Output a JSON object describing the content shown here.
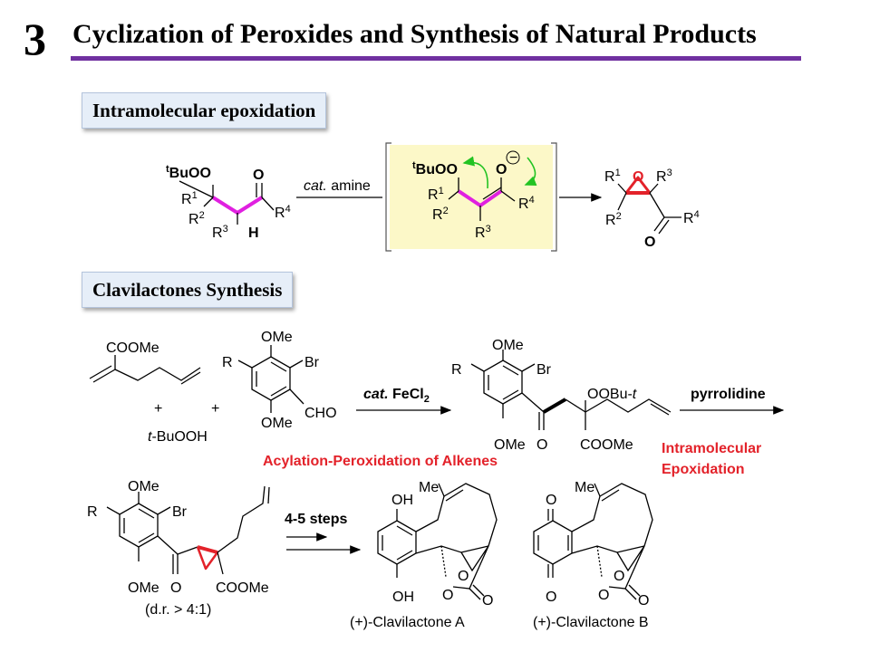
{
  "slide": {
    "number": "3",
    "title": "Cyclization of Peroxides and Synthesis of Natural Products"
  },
  "section1": {
    "label": "Intramolecular epoxidation"
  },
  "section2": {
    "label": "Clavilactones Synthesis"
  },
  "scheme1": {
    "reactant": {
      "tBuOO_sup": "t",
      "tBuOO": "BuOO",
      "O": "O",
      "R1": "R",
      "R1_sup": "1",
      "R2": "R",
      "R2_sup": "2",
      "R3": "R",
      "R3_sup": "3",
      "R4": "R",
      "R4_sup": "4",
      "H": "H"
    },
    "arrow_label_cat": "cat.",
    "arrow_label_rest": " amine",
    "intermediate": {
      "tBuOO_sup": "t",
      "tBuOO": "BuOO",
      "O": "O",
      "minus": "−",
      "R1": "R",
      "R1_sup": "1",
      "R2": "R",
      "R2_sup": "2",
      "R3": "R",
      "R3_sup": "3",
      "R4": "R",
      "R4_sup": "4"
    },
    "product": {
      "R1": "R",
      "R1_sup": "1",
      "O_ring": "O",
      "R3": "R",
      "R3_sup": "3",
      "R2": "R",
      "R2_sup": "2",
      "R4": "R",
      "R4_sup": "4",
      "O": "O"
    }
  },
  "scheme2": {
    "sm1": "COOMe",
    "plus1": "+",
    "plus2": "+",
    "sm2_prefix": "t",
    "sm2": "-BuOOH",
    "sm3": {
      "OMe_top": "OMe",
      "R": "R",
      "Br": "Br",
      "CHO": "CHO",
      "OMe_bottom": "OMe"
    },
    "step1_cat": "cat.",
    "step1_reagent": " FeCl",
    "step1_sub": "2",
    "step1_caption": "Acylation-Peroxidation of Alkenes",
    "int1": {
      "OMe_top": "OMe",
      "R": "R",
      "Br": "Br",
      "OOBu": "OOBu-",
      "t": "t",
      "OMe_bottom": "OMe",
      "O": "O",
      "COOMe": "COOMe"
    },
    "step2_reagent": "pyrrolidine",
    "step2_caption_1": "Intramolecular",
    "step2_caption_2": "Epoxidation",
    "int2": {
      "OMe_top": "OMe",
      "R": "R",
      "Br": "Br",
      "OMe_bottom": "OMe",
      "O": "O",
      "COOMe": "COOMe",
      "dr": "(d.r. > 4:1)"
    },
    "step3_reagent": "4-5 steps",
    "clavA": {
      "OH_top": "OH",
      "Me": "Me",
      "OH_bottom": "OH",
      "O_epox": "O",
      "O_ring": "O",
      "O_carbonyl": "O",
      "name_pm": "+",
      "name": "(+)-Clavilactone A"
    },
    "clavB": {
      "O_top": "O",
      "Me": "Me",
      "O_bottom": "O",
      "O_epox": "O",
      "O_ring": "O",
      "O_carbonyl": "O",
      "name": "(+)-Clavilactone B"
    }
  },
  "colors": {
    "title_rule": "#7030a0",
    "highlight_bond": "#e020e0",
    "caption_red": "#e3222a",
    "arrow_green": "#22c322",
    "intermediate_bg": "#fcf8c8",
    "section_bg": "#e6eef8"
  }
}
